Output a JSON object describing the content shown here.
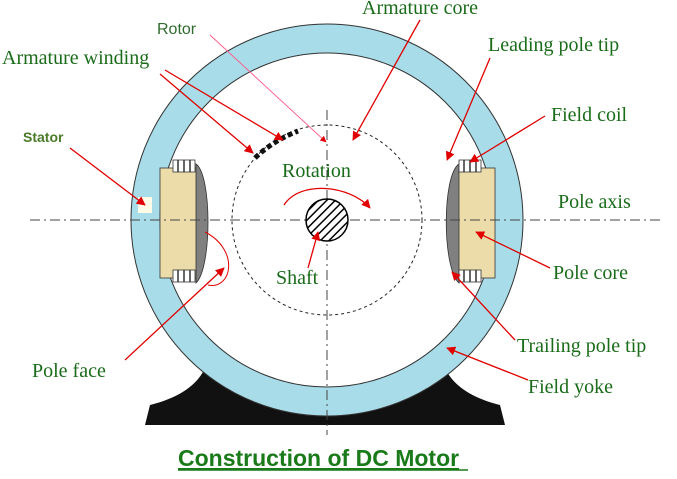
{
  "diagram": {
    "title": "Construction of DC Motor",
    "labels": {
      "armature_core": "Armature core",
      "rotor": "Rotor",
      "armature_winding": "Armature winding",
      "leading_pole_tip": "Leading pole tip",
      "field_coil": "Field coil",
      "stator": "Stator",
      "rotation": "Rotation",
      "pole_axis": "Pole axis",
      "shaft": "Shaft",
      "pole_core": "Pole core",
      "pole_face": "Pole face",
      "trailing_pole_tip": "Trailing pole tip",
      "field_yoke": "Field yoke"
    },
    "colors": {
      "yoke": "#a8dce8",
      "pole_core": "#ecdcaa",
      "pole_shoe": "#808080",
      "base": "#111111",
      "arrow": "#e00000",
      "label": "#1a6b1a"
    }
  }
}
